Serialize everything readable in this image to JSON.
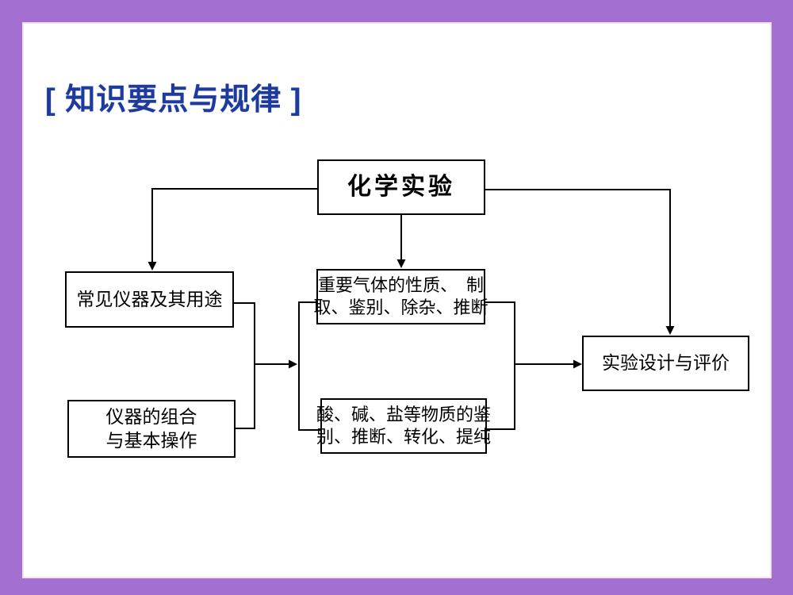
{
  "theme": {
    "frame_color": "#a36fd0",
    "frame_edge_color": "#f2e2f4",
    "title_color": "#1e3a9b",
    "diagram_line_color": "#000000"
  },
  "slide": {
    "title": "[ 知识要点与规律 ]"
  },
  "flowchart": {
    "nodes": {
      "root": {
        "label": "化学实验"
      },
      "left_top": {
        "label": "常见仪器及其用途"
      },
      "left_bottom": {
        "lines": [
          "仪器的组合",
          "与基本操作"
        ]
      },
      "center_top": {
        "lines": [
          "重要气体的性质、　制",
          "取、鉴别、除杂、推断"
        ]
      },
      "center_bottom": {
        "lines": [
          "酸、碱、盐等物质的鉴",
          "别、推断、转化、提纯"
        ]
      },
      "right": {
        "label": "实验设计与评价"
      }
    }
  }
}
